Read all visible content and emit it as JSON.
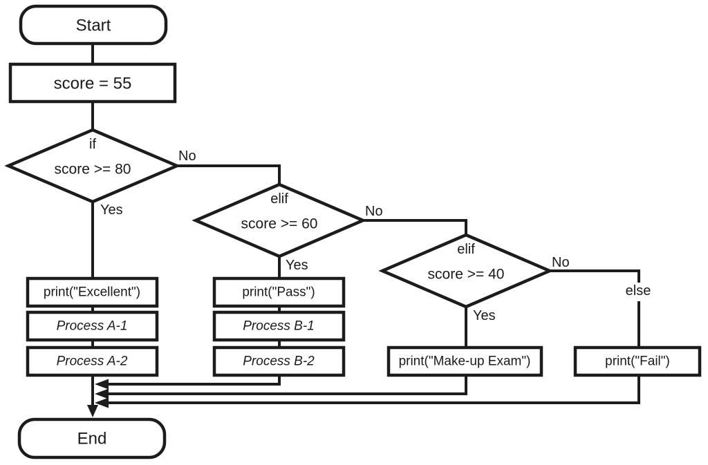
{
  "colors": {
    "background": "#ffffff",
    "stroke": "#1c1c1c",
    "node_fill": "#ffffff",
    "text": "#1a1a1a"
  },
  "flowchart": {
    "start": "Start",
    "assignment": "score = 55",
    "decisions": {
      "d1_keyword": "if",
      "d1_condition": "score >= 80",
      "d2_keyword": "elif",
      "d2_condition": "score >= 60",
      "d3_keyword": "elif",
      "d3_condition": "score >= 40"
    },
    "branch_a": {
      "print": "print(\"Excellent\")",
      "p1": "Process A-1",
      "p2": "Process A-2"
    },
    "branch_b": {
      "print": "print(\"Pass\")",
      "p1": "Process B-1",
      "p2": "Process B-2"
    },
    "branch_c": {
      "print": "print(\"Make-up Exam\")"
    },
    "branch_d": {
      "print": "print(\"Fail\")"
    },
    "end": "End",
    "labels": {
      "yes1": "Yes",
      "no1": "No",
      "yes2": "Yes",
      "no2": "No",
      "yes3": "Yes",
      "no3": "No",
      "else": "else"
    }
  }
}
